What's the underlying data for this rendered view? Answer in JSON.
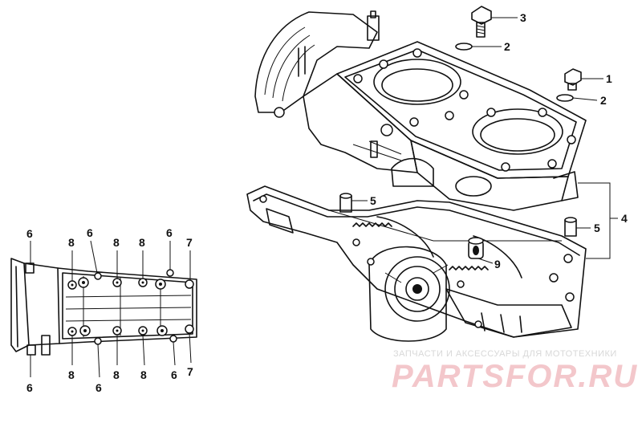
{
  "callouts": {
    "c1": "1",
    "c2a": "2",
    "c2b": "2",
    "c3": "3",
    "c4": "4",
    "c5a": "5",
    "c5b": "5",
    "c9": "9",
    "left": [
      "6",
      "8",
      "6",
      "8",
      "8",
      "6",
      "7",
      "6",
      "8",
      "6",
      "8",
      "8",
      "6",
      "7"
    ]
  },
  "watermark": {
    "caption": "ЗАПЧАСТИ И АКСЕССУАРЫ ДЛЯ МОТОТЕХНИКИ",
    "logo": "PARTSFOR.RU"
  },
  "colors": {
    "ink": "#111111",
    "watermark_logo": "#f3c7cb",
    "watermark_caption": "#d8d8d8"
  }
}
